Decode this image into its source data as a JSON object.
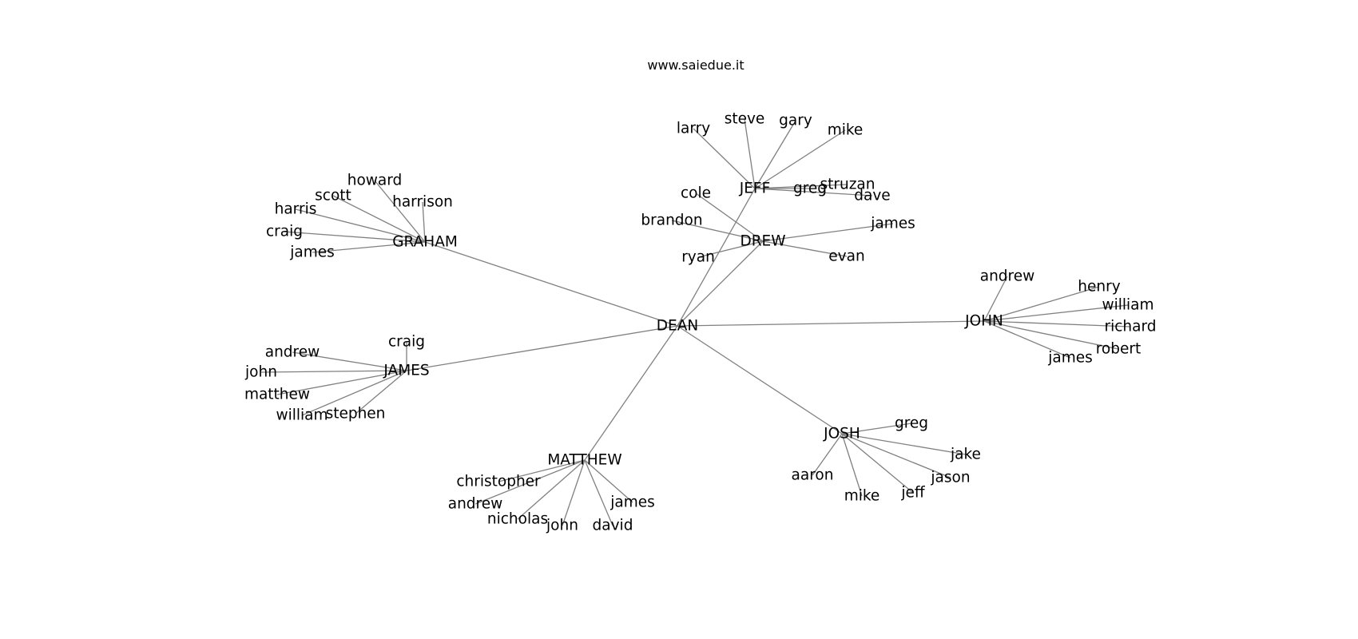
{
  "title": "www.saiedue.it",
  "style": {
    "edge_color": "#808080",
    "label_color": "#000000",
    "background": "#ffffff"
  },
  "nodes": [
    {
      "id": "dean",
      "label": "DEAN"
    },
    {
      "id": "jeff",
      "label": "JEFF"
    },
    {
      "id": "jeff-larry",
      "label": "larry"
    },
    {
      "id": "jeff-steve",
      "label": "steve"
    },
    {
      "id": "jeff-gary",
      "label": "gary"
    },
    {
      "id": "jeff-mike",
      "label": "mike"
    },
    {
      "id": "jeff-greg",
      "label": "greg"
    },
    {
      "id": "jeff-struzan",
      "label": "struzan"
    },
    {
      "id": "jeff-dave",
      "label": "dave"
    },
    {
      "id": "drew",
      "label": "DREW"
    },
    {
      "id": "drew-cole",
      "label": "cole"
    },
    {
      "id": "drew-brandon",
      "label": "brandon"
    },
    {
      "id": "drew-ryan",
      "label": "ryan"
    },
    {
      "id": "drew-james",
      "label": "james"
    },
    {
      "id": "drew-evan",
      "label": "evan"
    },
    {
      "id": "graham",
      "label": "GRAHAM"
    },
    {
      "id": "graham-howard",
      "label": "howard"
    },
    {
      "id": "graham-scott",
      "label": "scott"
    },
    {
      "id": "graham-harrison",
      "label": "harrison"
    },
    {
      "id": "graham-harris",
      "label": "harris"
    },
    {
      "id": "graham-craig",
      "label": "craig"
    },
    {
      "id": "graham-james",
      "label": "james"
    },
    {
      "id": "james",
      "label": "JAMES"
    },
    {
      "id": "james-craig",
      "label": "craig"
    },
    {
      "id": "james-andrew",
      "label": "andrew"
    },
    {
      "id": "james-john",
      "label": "john"
    },
    {
      "id": "james-matthew",
      "label": "matthew"
    },
    {
      "id": "james-william",
      "label": "william"
    },
    {
      "id": "james-stephen",
      "label": "stephen"
    },
    {
      "id": "john",
      "label": "JOHN"
    },
    {
      "id": "john-andrew",
      "label": "andrew"
    },
    {
      "id": "john-henry",
      "label": "henry"
    },
    {
      "id": "john-william",
      "label": "william"
    },
    {
      "id": "john-richard",
      "label": "richard"
    },
    {
      "id": "john-robert",
      "label": "robert"
    },
    {
      "id": "john-james",
      "label": "james"
    },
    {
      "id": "josh",
      "label": "JOSH"
    },
    {
      "id": "josh-greg",
      "label": "greg"
    },
    {
      "id": "josh-jake",
      "label": "jake"
    },
    {
      "id": "josh-jason",
      "label": "jason"
    },
    {
      "id": "josh-jeff",
      "label": "jeff"
    },
    {
      "id": "josh-mike",
      "label": "mike"
    },
    {
      "id": "josh-aaron",
      "label": "aaron"
    },
    {
      "id": "matthew",
      "label": "MATTHEW"
    },
    {
      "id": "matthew-christopher",
      "label": "christopher"
    },
    {
      "id": "matthew-andrew",
      "label": "andrew"
    },
    {
      "id": "matthew-nicholas",
      "label": "nicholas"
    },
    {
      "id": "matthew-john",
      "label": "john"
    },
    {
      "id": "matthew-david",
      "label": "david"
    },
    {
      "id": "matthew-james",
      "label": "james"
    }
  ],
  "edges": [
    [
      "dean",
      "jeff"
    ],
    [
      "dean",
      "drew"
    ],
    [
      "dean",
      "graham"
    ],
    [
      "dean",
      "james"
    ],
    [
      "dean",
      "john"
    ],
    [
      "dean",
      "josh"
    ],
    [
      "dean",
      "matthew"
    ],
    [
      "jeff",
      "jeff-larry"
    ],
    [
      "jeff",
      "jeff-steve"
    ],
    [
      "jeff",
      "jeff-gary"
    ],
    [
      "jeff",
      "jeff-mike"
    ],
    [
      "jeff",
      "jeff-greg"
    ],
    [
      "jeff",
      "jeff-struzan"
    ],
    [
      "jeff",
      "jeff-dave"
    ],
    [
      "drew",
      "drew-cole"
    ],
    [
      "drew",
      "drew-brandon"
    ],
    [
      "drew",
      "drew-ryan"
    ],
    [
      "drew",
      "drew-james"
    ],
    [
      "drew",
      "drew-evan"
    ],
    [
      "graham",
      "graham-howard"
    ],
    [
      "graham",
      "graham-scott"
    ],
    [
      "graham",
      "graham-harrison"
    ],
    [
      "graham",
      "graham-harris"
    ],
    [
      "graham",
      "graham-craig"
    ],
    [
      "graham",
      "graham-james"
    ],
    [
      "james",
      "james-craig"
    ],
    [
      "james",
      "james-andrew"
    ],
    [
      "james",
      "james-john"
    ],
    [
      "james",
      "james-matthew"
    ],
    [
      "james",
      "james-william"
    ],
    [
      "james",
      "james-stephen"
    ],
    [
      "john",
      "john-andrew"
    ],
    [
      "john",
      "john-henry"
    ],
    [
      "john",
      "john-william"
    ],
    [
      "john",
      "john-richard"
    ],
    [
      "john",
      "john-robert"
    ],
    [
      "john",
      "john-james"
    ],
    [
      "josh",
      "josh-greg"
    ],
    [
      "josh",
      "josh-jake"
    ],
    [
      "josh",
      "josh-jason"
    ],
    [
      "josh",
      "josh-jeff"
    ],
    [
      "josh",
      "josh-mike"
    ],
    [
      "josh",
      "josh-aaron"
    ],
    [
      "matthew",
      "matthew-christopher"
    ],
    [
      "matthew",
      "matthew-andrew"
    ],
    [
      "matthew",
      "matthew-nicholas"
    ],
    [
      "matthew",
      "matthew-john"
    ],
    [
      "matthew",
      "matthew-david"
    ],
    [
      "matthew",
      "matthew-james"
    ]
  ]
}
